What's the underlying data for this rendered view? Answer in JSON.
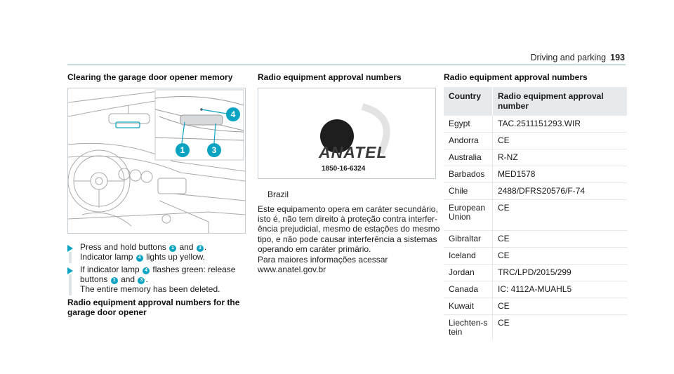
{
  "header": {
    "section": "Driving and parking",
    "page": "193"
  },
  "left": {
    "title": "Clearing the garage door opener memory",
    "steps": [
      {
        "line1_pre": "Press and hold buttons",
        "mid": "and",
        "line1_post": ".",
        "btn_a": "1",
        "btn_b": "3",
        "line2_pre": "Indicator lamp",
        "lamp": "4",
        "line2_post": "lights up yellow."
      },
      {
        "line1_pre": "If indicator lamp",
        "lamp": "4",
        "line1_post": "flashes green: release",
        "line2_pre": "buttons",
        "btn_a": "1",
        "mid": "and",
        "btn_b": "3",
        "line2_post": ".",
        "line3": "The entire memory has been deleted."
      }
    ],
    "subtitle": "Radio equipment approval numbers for the garage door opener",
    "callouts": [
      "1",
      "3",
      "4"
    ]
  },
  "middle": {
    "title": "Radio equipment approval numbers",
    "logo_text": "ANATEL",
    "logo_number": "1850-16-6324",
    "country": "Brazil",
    "paragraph": [
      "Este equipamento opera em caráter secundário,",
      "isto é, não tem direito à proteção contra interfer-",
      "ência prejudicial, mesmo de estações do mesmo",
      "tipo, e não pode causar interferência a sistemas",
      "operando em caráter primário."
    ],
    "info1": "Para maiores informações acessar",
    "info2": "www.anatel.gov.br"
  },
  "right": {
    "title": "Radio equipment approval numbers",
    "col_country": "Country",
    "col_number": "Radio equipment approval number",
    "rows": [
      [
        "Egypt",
        "TAC.2511151293.WIR"
      ],
      [
        "Andorra",
        "CE"
      ],
      [
        "Australia",
        "R-NZ"
      ],
      [
        "Barbados",
        "MED1578"
      ],
      [
        "Chile",
        "2488/DFRS20576/F-74"
      ],
      [
        "European Union",
        "CE"
      ],
      [
        "Gibraltar",
        "CE"
      ],
      [
        "Iceland",
        "CE"
      ],
      [
        "Jordan",
        "TRC/LPD/2015/299"
      ],
      [
        "Canada",
        "IC: 4112A-MUAHL5"
      ],
      [
        "Kuwait",
        "CE"
      ],
      [
        "Liechten-stein",
        "CE"
      ]
    ]
  },
  "colors": {
    "accent": "#0aa3c2",
    "rule": "#8fb2b8",
    "table_header": "#e6eaec"
  }
}
